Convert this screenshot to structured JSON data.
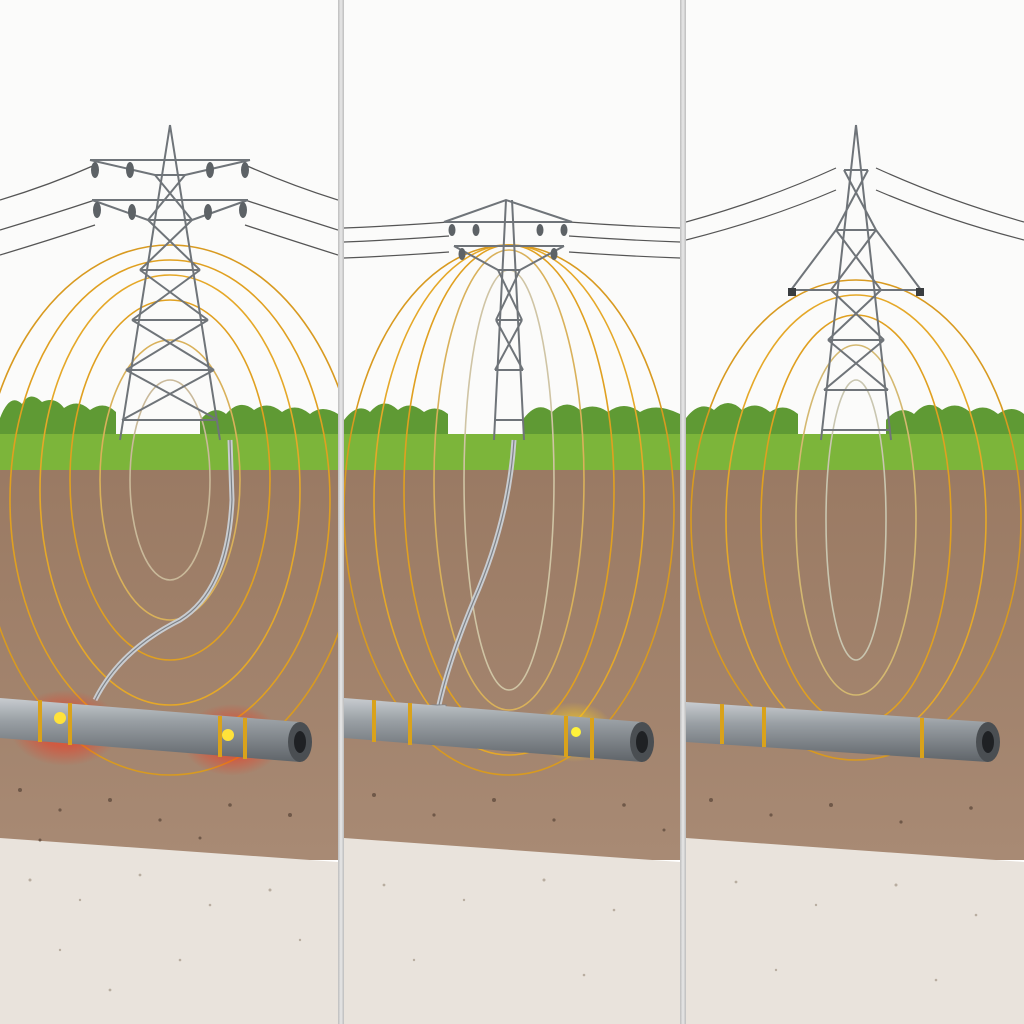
{
  "colors": {
    "sky": "#fbfbfa",
    "grass": "#7cb53a",
    "treeline": "#5f9a34",
    "soil": "#a07f68",
    "soil_deep": "#8e6f5b",
    "gravel": "#e9e3dc",
    "tower": "#6f7479",
    "field_line": "#e0a020",
    "pipe": "#8e9398",
    "pipe_band": "#d9a21b",
    "hot_red": "#ff3a1a",
    "hot_yellow": "#ffd21a",
    "cable": "#c9ccd0"
  },
  "panels": [
    {
      "id": "left",
      "description_icon": "tower-with-ground-cable-and-corrosion-icon",
      "hotspots": [
        "red",
        "red"
      ],
      "has_ground_cable": true
    },
    {
      "id": "middle",
      "description_icon": "tower-with-direct-bond-cable-icon",
      "hotspots": [
        "yellow"
      ],
      "has_ground_cable": true
    },
    {
      "id": "right",
      "description_icon": "tower-no-connection-icon",
      "hotspots": [],
      "has_ground_cable": false
    }
  ]
}
